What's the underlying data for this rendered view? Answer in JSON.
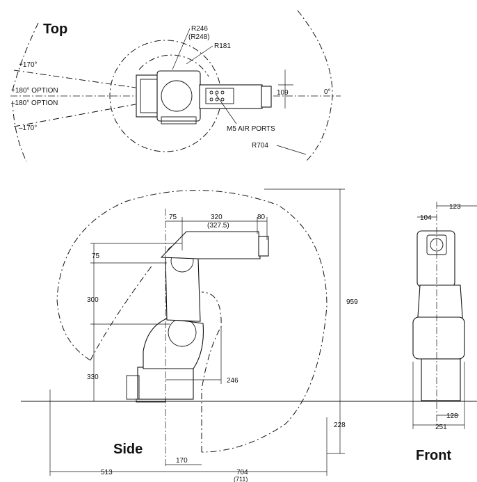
{
  "views": {
    "top": "Top",
    "side": "Side",
    "front": "Front"
  },
  "top_view": {
    "r246": "R246",
    "r248": "(R248)",
    "r181": "R181",
    "r704": "R704",
    "plus170": "+170°",
    "plus180": "+180° OPTION",
    "minus180": "–180° OPTION",
    "minus170": "–170°",
    "zero": "0°",
    "d109": "109",
    "air_ports": "M5 AIR PORTS"
  },
  "side_view": {
    "d75_top": "75",
    "d320": "320",
    "d327": "(327.5)",
    "d80": "80",
    "d75_left": "75",
    "d300": "300",
    "d330": "330",
    "d246": "246",
    "d959": "959",
    "d228": "228",
    "d170": "170",
    "d513": "513",
    "d704": "704",
    "d711": "(711)"
  },
  "front_view": {
    "d123": "123",
    "d104": "104",
    "d128": "128",
    "d251": "251"
  }
}
